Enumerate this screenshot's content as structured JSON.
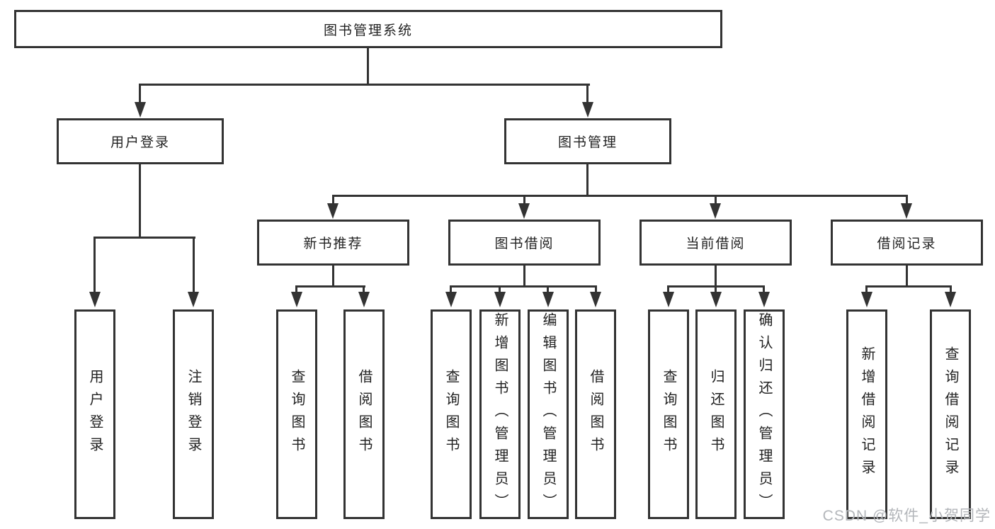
{
  "diagram": {
    "root": {
      "label": "图书管理系统"
    },
    "level2": [
      {
        "label": "用户登录"
      },
      {
        "label": "图书管理"
      }
    ],
    "level3": [
      {
        "label": "新书推荐"
      },
      {
        "label": "图书借阅"
      },
      {
        "label": "当前借阅"
      },
      {
        "label": "借阅记录"
      }
    ],
    "leaves": {
      "user_login": [
        {
          "label": "用户登录"
        },
        {
          "label": "注销登录"
        }
      ],
      "new_books": [
        {
          "label": "查询图书"
        },
        {
          "label": "借阅图书"
        }
      ],
      "book_borrow": [
        {
          "label": "查询图书"
        },
        {
          "label": "新增图书（管理员）"
        },
        {
          "label": "编辑图书（管理员）"
        },
        {
          "label": "借阅图书"
        }
      ],
      "current_borrow": [
        {
          "label": "查询图书"
        },
        {
          "label": "归还图书"
        },
        {
          "label": "确认归还（管理员）"
        }
      ],
      "borrow_records": [
        {
          "label": "新增借阅记录"
        },
        {
          "label": "查询借阅记录"
        }
      ]
    },
    "watermark": "CSDN @软件_小贺同学",
    "colors": {
      "line": "#333333",
      "text": "#222222",
      "bg": "#ffffff",
      "watermark": "#b3b6ba"
    }
  }
}
